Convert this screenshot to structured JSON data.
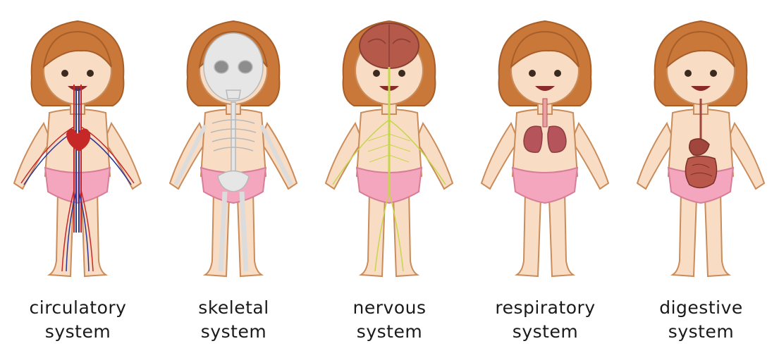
{
  "figures": [
    {
      "label_line1": "circulatory",
      "label_line2": "system",
      "overlay": "circulatory-system-icon"
    },
    {
      "label_line1": "skeletal",
      "label_line2": "system",
      "overlay": "skeleton-icon"
    },
    {
      "label_line1": "nervous",
      "label_line2": "system",
      "overlay": "nervous-system-icon"
    },
    {
      "label_line1": "respiratory",
      "label_line2": "system",
      "overlay": "lungs-icon"
    },
    {
      "label_line1": "digestive",
      "label_line2": "system",
      "overlay": "digestive-system-icon"
    }
  ],
  "colors": {
    "skin": "#f9dcc4",
    "outline": "#c98c5a",
    "hair": "#c9783a",
    "hair_dark": "#a85e28",
    "diaper": "#f3a6bd",
    "artery": "#c62828",
    "vein": "#283593",
    "bone": "#e0e0e0",
    "nerve": "#c6d64a",
    "brain": "#b55a4a",
    "lungs": "#b5545a",
    "organ": "#a0463c"
  }
}
